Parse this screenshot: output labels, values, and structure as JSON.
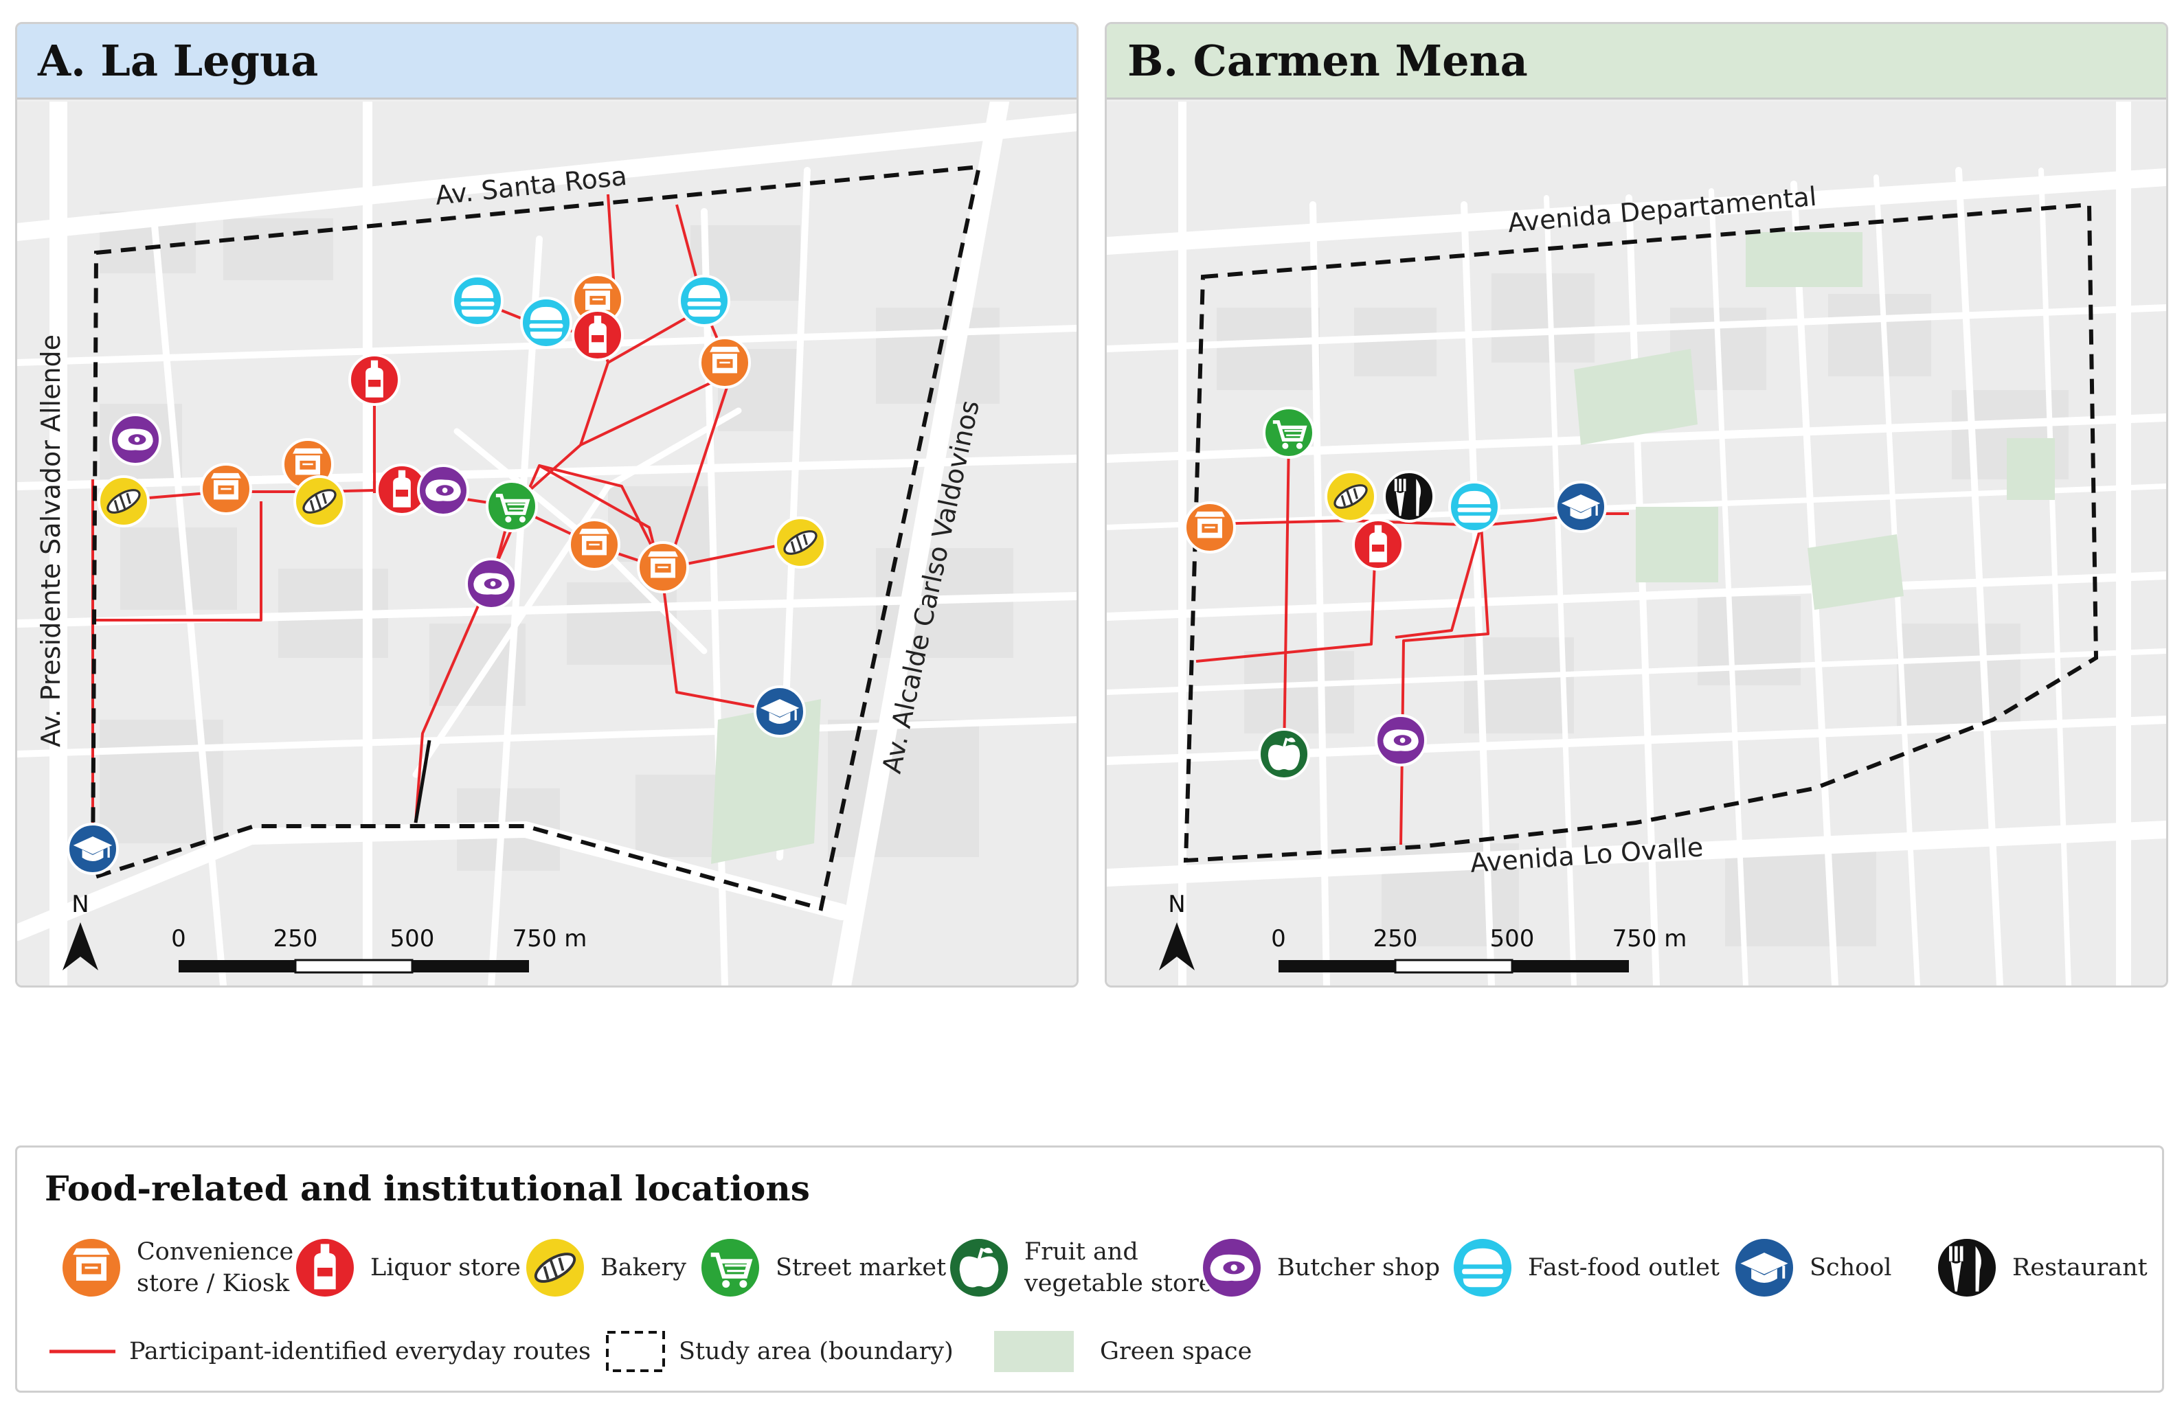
{
  "panels": [
    {
      "title": "A. La Legua",
      "header_color": "#cfe3f7",
      "streets": [
        "Av. Santa Rosa",
        "Av. Presidente Salvador Allende",
        "Av. Alcalde Carlso Valdovinos"
      ],
      "north_label": "N",
      "scale_labels": [
        "0",
        "250",
        "500",
        "750 m"
      ]
    },
    {
      "title": "B. Carmen Mena",
      "header_color": "#d9e8d6",
      "streets": [
        "Avenida Departamental",
        "Avenida Lo Ovalle"
      ],
      "north_label": "N",
      "scale_labels": [
        "0",
        "250",
        "500",
        "750 m"
      ]
    }
  ],
  "legend": {
    "title": "Food-related and institutional locations",
    "items": [
      {
        "key": "convenience",
        "label_line1": "Convenience",
        "label_line2": "store / Kiosk",
        "color": "#f07a28",
        "icon": "kiosk-icon"
      },
      {
        "key": "liquor",
        "label_line1": "Liquor store",
        "label_line2": "",
        "color": "#e5242a",
        "icon": "bottle-icon"
      },
      {
        "key": "bakery",
        "label_line1": "Bakery",
        "label_line2": "",
        "color": "#f3d21c",
        "icon": "bread-icon"
      },
      {
        "key": "market",
        "label_line1": "Street market",
        "label_line2": "",
        "color": "#2aa538",
        "icon": "cart-icon"
      },
      {
        "key": "fruit",
        "label_line1": "Fruit and",
        "label_line2": "vegetable store",
        "color": "#1d6e35",
        "icon": "apple-icon"
      },
      {
        "key": "butcher",
        "label_line1": "Butcher shop",
        "label_line2": "",
        "color": "#7b2e9c",
        "icon": "meat-icon"
      },
      {
        "key": "fastfood",
        "label_line1": "Fast-food outlet",
        "label_line2": "",
        "color": "#29c7ea",
        "icon": "burger-icon"
      },
      {
        "key": "school",
        "label_line1": "School",
        "label_line2": "",
        "color": "#1f5a9c",
        "icon": "graduation-cap-icon"
      },
      {
        "key": "restaurant",
        "label_line1": "Restaurant",
        "label_line2": "",
        "color": "#111111",
        "icon": "fork-knife-icon"
      }
    ],
    "routes_label": "Participant-identified everyday routes",
    "boundary_label": "Study area (boundary)",
    "green_label": "Green space",
    "route_color": "#e8262a",
    "green_color": "#d6e6d4"
  }
}
